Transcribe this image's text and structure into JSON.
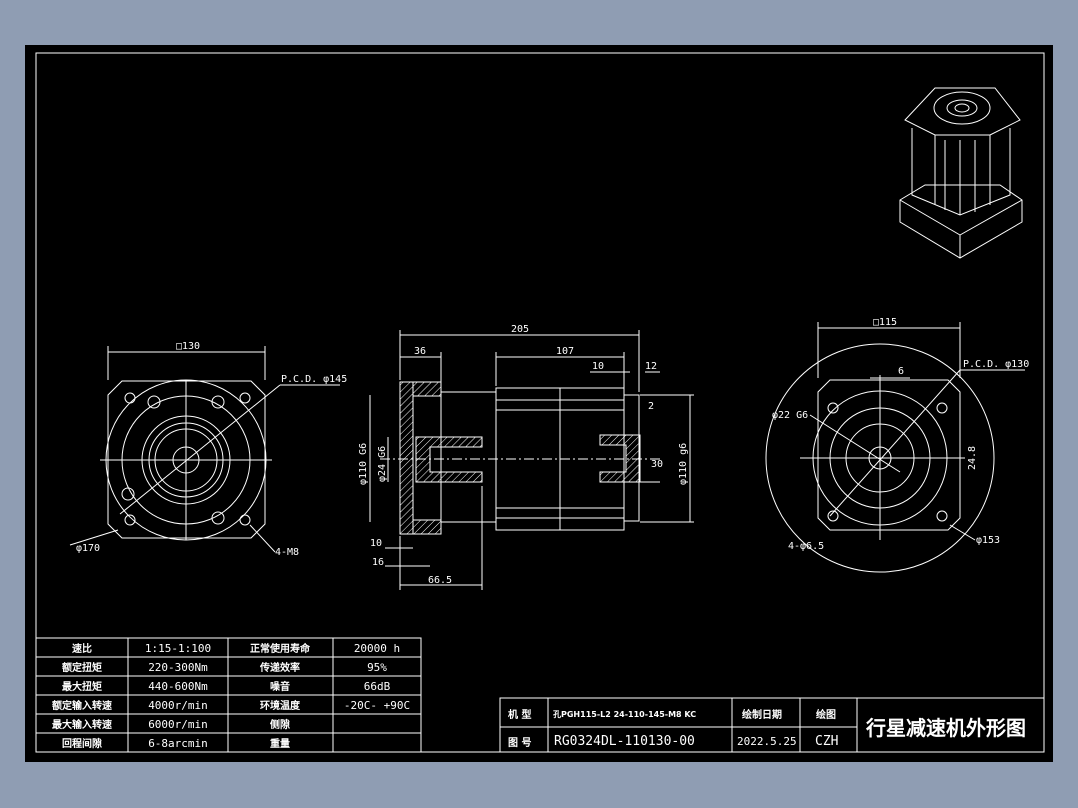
{
  "colors": {
    "background": "#8f9db3",
    "sheet": "#000000",
    "lines": "#ffffff"
  },
  "front_view_left": {
    "square": "□130",
    "pcd": "P.C.D. φ145",
    "outer_dia": "φ170",
    "holes": "4-M8"
  },
  "side_view": {
    "overall": "205",
    "flange": "36",
    "body": "107",
    "key_len": "10",
    "shaft_len": "12",
    "step": "2",
    "shaft_dia_label": "φ24 G6",
    "pilot_in": "φ110 G6",
    "pilot_out": "φ110 g6",
    "bore_depth": "30",
    "dim10": "10",
    "dim16": "16",
    "dim66": "66.5"
  },
  "front_view_right": {
    "square": "□115",
    "pcd": "P.C.D. φ130",
    "key": "6",
    "shaft": "φ22 G6",
    "keyh": "24.8",
    "holes": "4-φ6.5",
    "outer_dia": "φ153"
  },
  "spec_table": {
    "rows": [
      [
        "速比",
        "1:15-1:100",
        "正常使用寿命",
        "20000 h"
      ],
      [
        "额定扭矩",
        "220-300Nm",
        "传递效率",
        "95%"
      ],
      [
        "最大扭矩",
        "440-600Nm",
        "噪音",
        "66dB"
      ],
      [
        "额定输入转速",
        "4000r/min",
        "环境温度",
        "-20C- +90C"
      ],
      [
        "最大输入转速",
        "6000r/min",
        "侧隙",
        ""
      ],
      [
        "回程间隙",
        "6-8arcmin",
        "重量",
        ""
      ]
    ]
  },
  "title_block": {
    "model_label": "机 型",
    "model_value": "孔PGH115-L2 24-110-145-M8 KC",
    "date_label": "绘制日期",
    "drawer_label": "绘图",
    "drawing_no_label": "图 号",
    "drawing_no": "RG0324DL-110130-00",
    "date": "2022.5.25",
    "drawer": "CZH",
    "title": "行星减速机外形图"
  }
}
